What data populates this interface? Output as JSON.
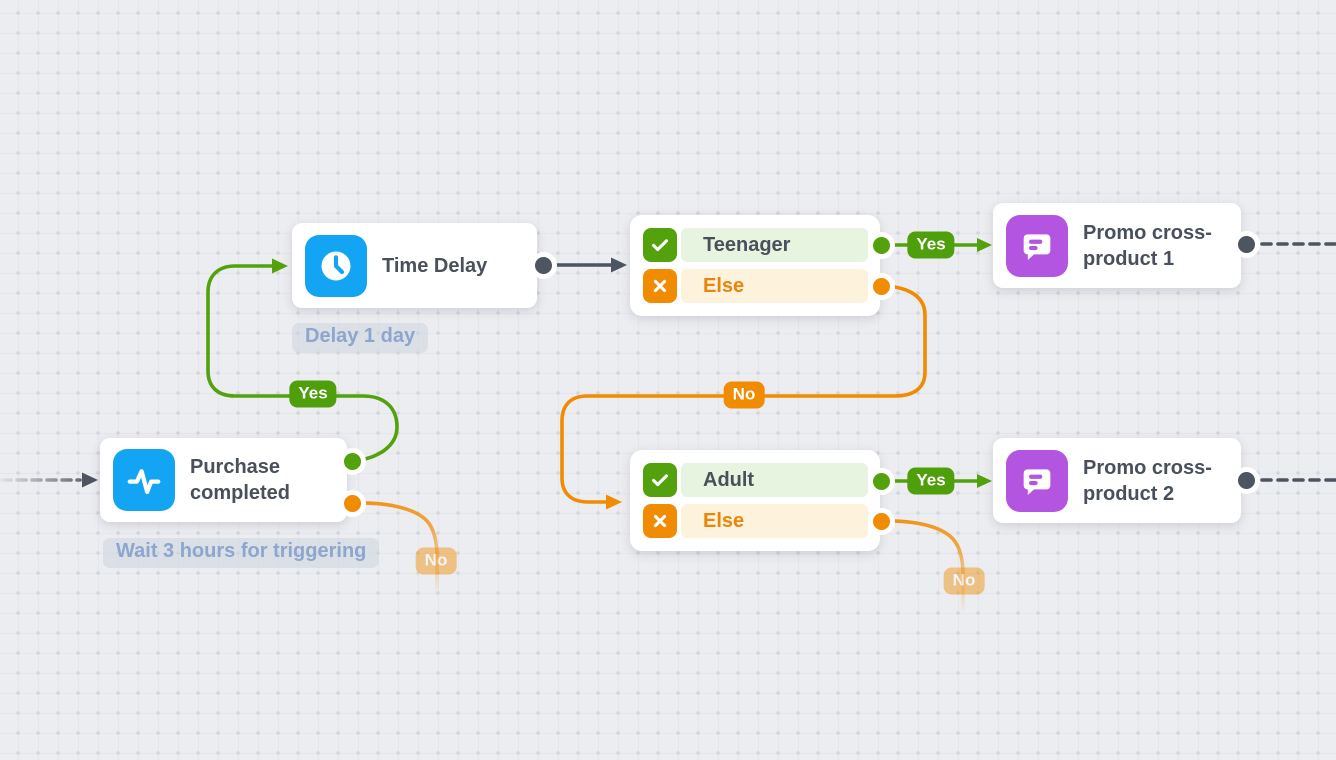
{
  "palette": {
    "green": "#53a10d",
    "orange": "#f08b02",
    "blue": "#14a4f4",
    "purple": "#b355e1",
    "slate": "#4d5560"
  },
  "nodes": {
    "purchase": {
      "title": "Purchase completed",
      "caption": "Wait 3 hours for triggering",
      "icon": "activity-icon"
    },
    "time_delay": {
      "title": "Time Delay",
      "caption": "Delay 1 day",
      "icon": "clock-icon"
    },
    "condition_teen": {
      "rows": [
        {
          "label": "Teenager",
          "icon": "check-icon"
        },
        {
          "label": "Else",
          "icon": "x-icon"
        }
      ]
    },
    "condition_adult": {
      "rows": [
        {
          "label": "Adult",
          "icon": "check-icon"
        },
        {
          "label": "Else",
          "icon": "x-icon"
        }
      ]
    },
    "promo_1": {
      "title": "Promo cross-product 1",
      "icon": "chat-icon"
    },
    "promo_2": {
      "title": "Promo cross-product 2",
      "icon": "chat-icon"
    }
  },
  "edge_labels": {
    "purchase_to_delay_yes": "Yes",
    "teen_to_promo1_yes": "Yes",
    "adult_to_promo2_yes": "Yes",
    "teen_else_no": "No",
    "purchase_no": "No",
    "adult_else_no": "No"
  }
}
